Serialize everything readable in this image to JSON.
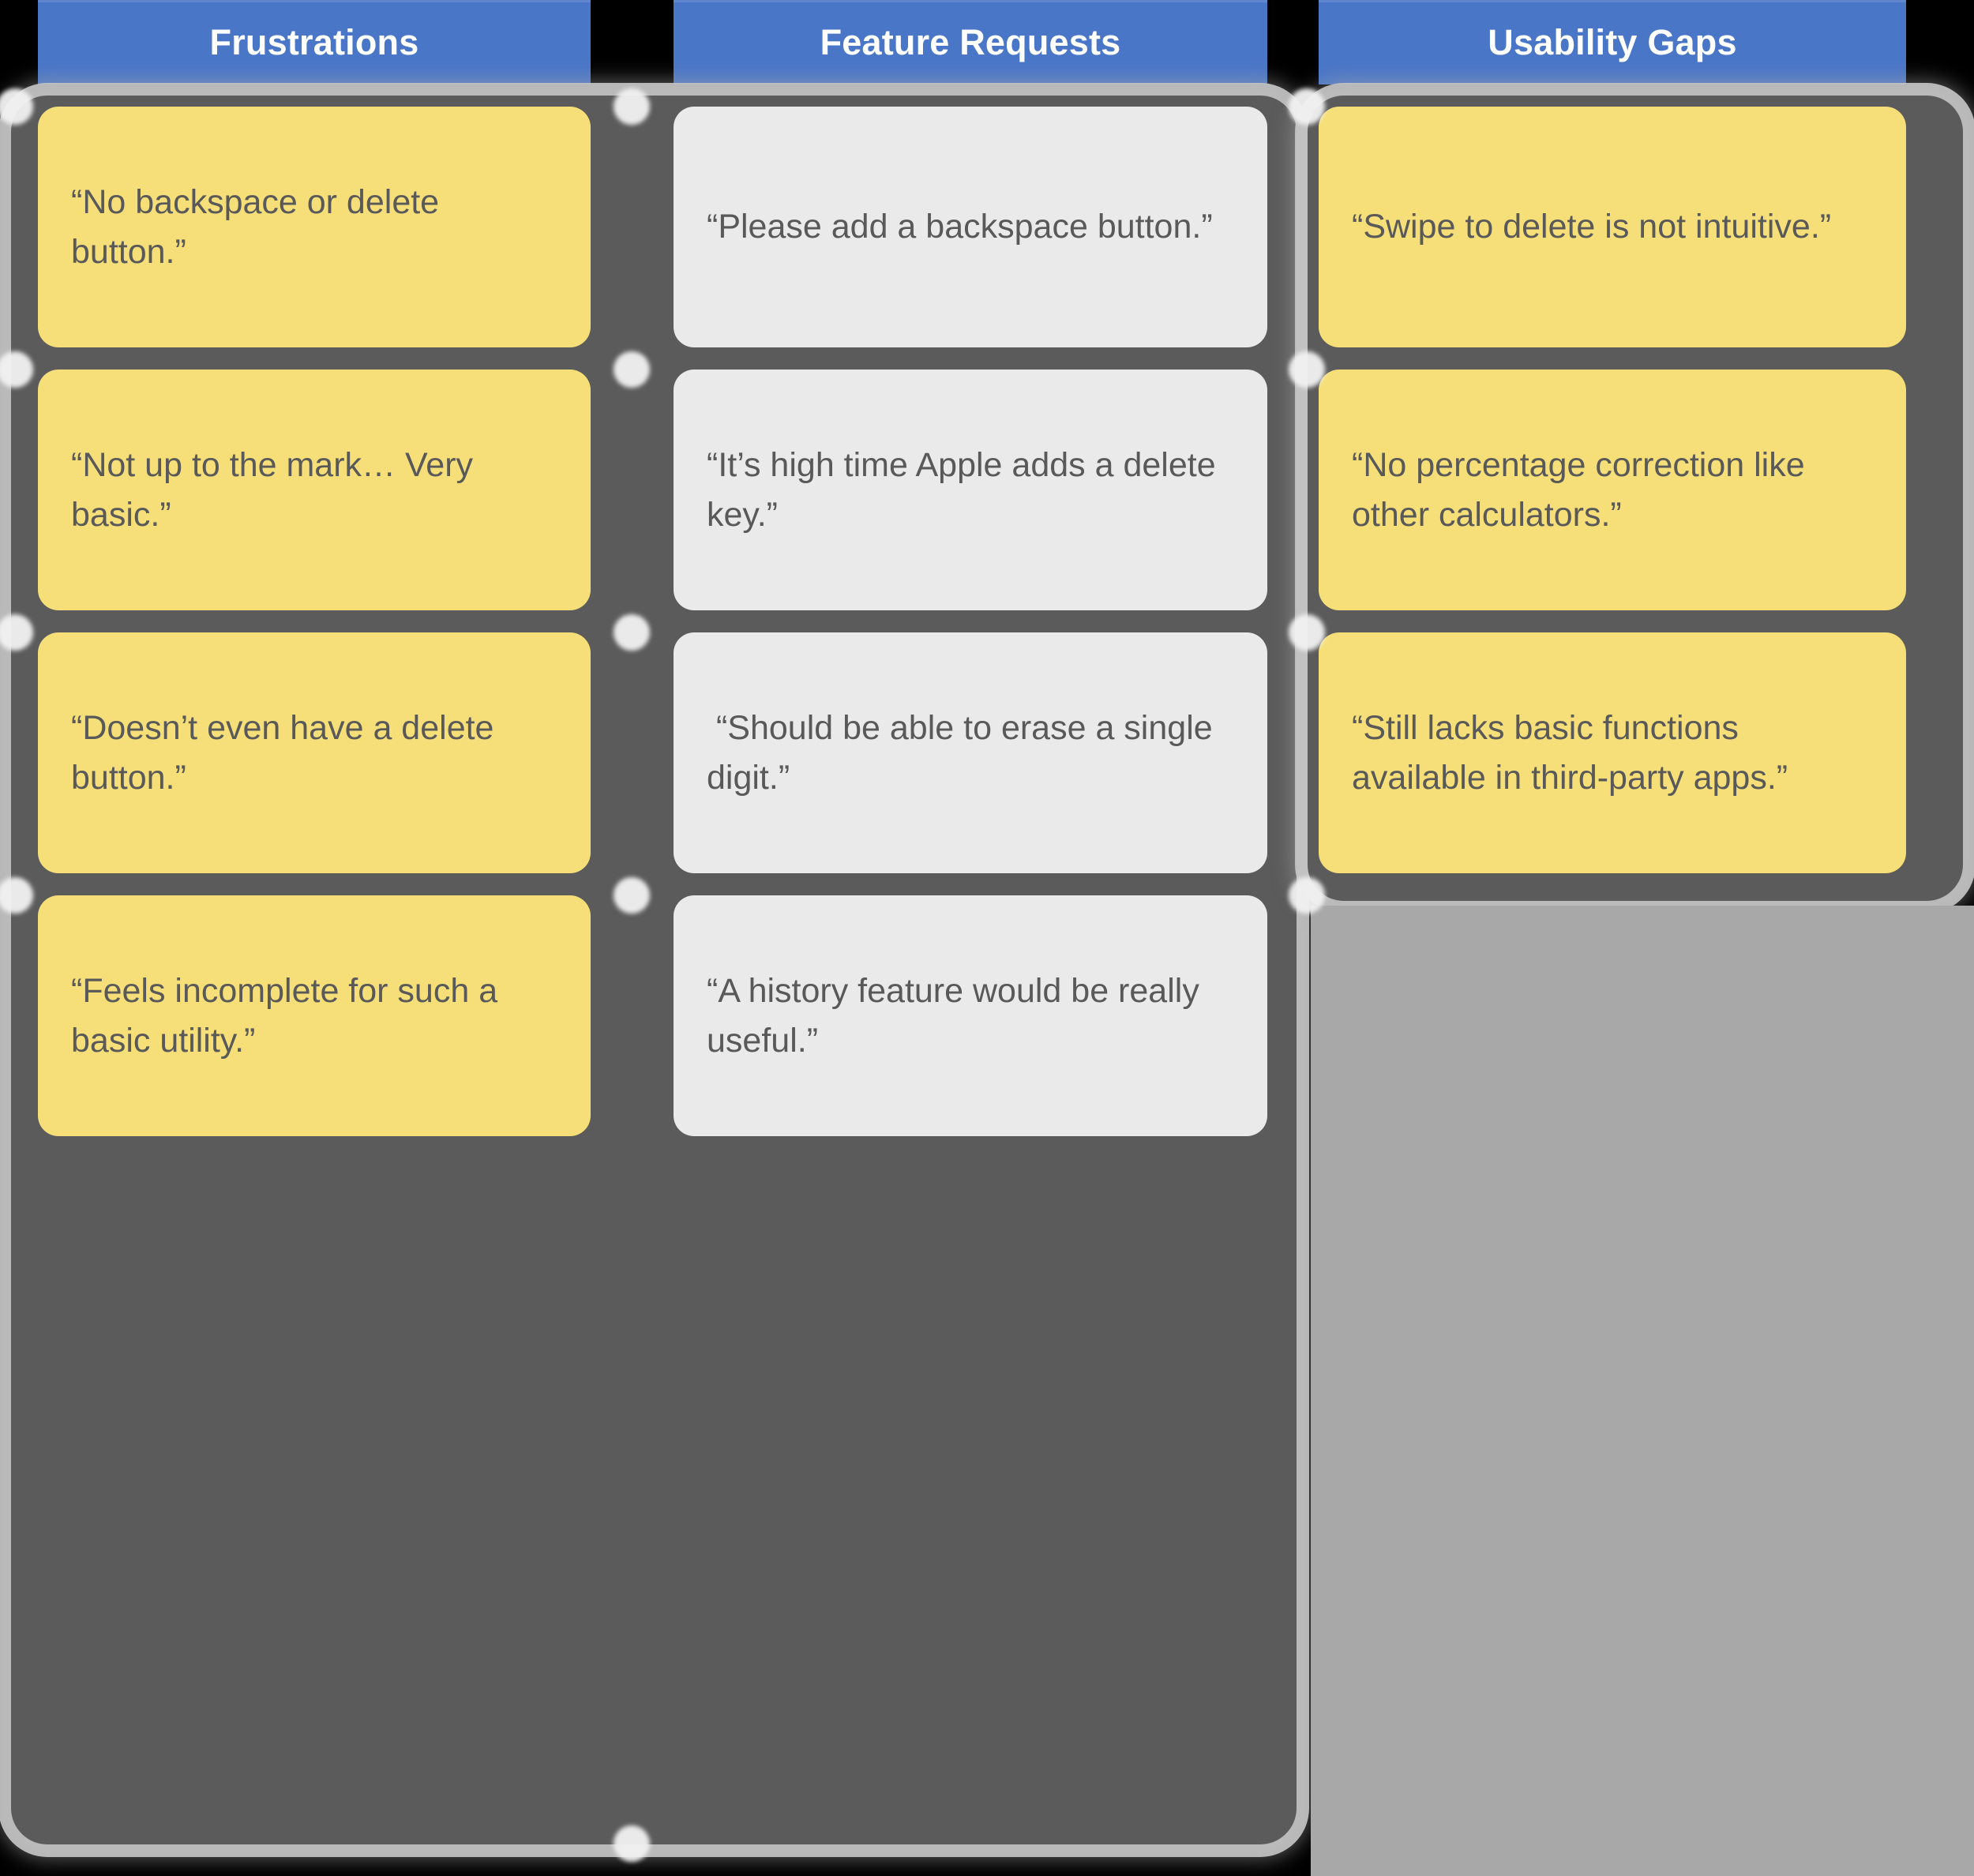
{
  "board": {
    "background_color": "#000000",
    "panel_color": "#5B5B5B",
    "empty_zone_color": "#A8A8A8",
    "header_color": "#4A76C8",
    "header_text_color": "#FFFFFF",
    "card_yellow": "#F6DF79",
    "card_grey": "#EAEAEA",
    "card_text_color": "#595959"
  },
  "columns": [
    {
      "id": "frustrations",
      "header": "Frustrations",
      "card_style": "yellow",
      "cards": [
        {
          "text": "“No backspace or delete button.”"
        },
        {
          "text": "“Not up to the mark… Very basic.”"
        },
        {
          "text": "“Doesn’t even have a delete button.”"
        },
        {
          "text": "“Feels incomplete for such a basic utility.”"
        }
      ]
    },
    {
      "id": "feature-requests",
      "header": "Feature Requests",
      "card_style": "grey",
      "cards": [
        {
          "text": "“Please add a backspace button.”"
        },
        {
          "text": "“It’s high time Apple adds a delete key.”"
        },
        {
          "text": " “Should be able to erase a single digit.”"
        },
        {
          "text": "“A history feature would be really useful.”"
        }
      ]
    },
    {
      "id": "usability-gaps",
      "header": "Usability Gaps",
      "card_style": "yellow",
      "cards": [
        {
          "text": "“Swipe to delete is not intuitive.”"
        },
        {
          "text": "“No percentage correction like other calculators.”"
        },
        {
          "text": "“Still lacks basic functions available in third-party apps.”"
        }
      ]
    }
  ]
}
